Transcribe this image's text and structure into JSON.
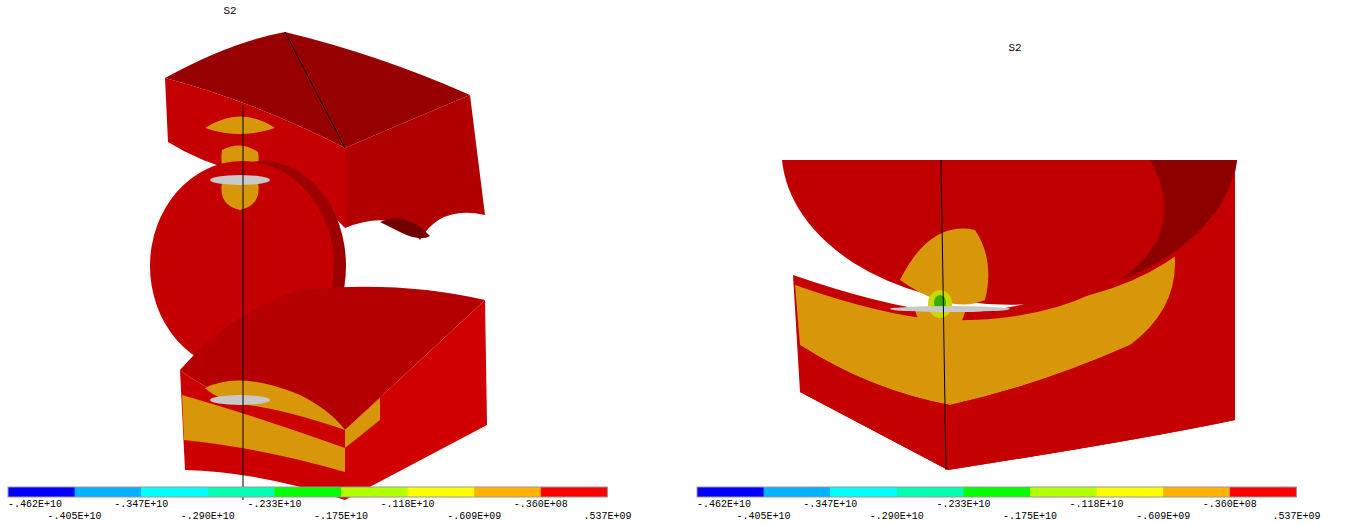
{
  "diagram": {
    "labels": [
      "S2",
      "-.462E+10",
      "-.405E+10",
      "-.347E+10",
      "-.290E+10",
      "-.233E+10",
      "-.175E+10",
      "-.118E+10",
      "-.609E+09",
      "-.360E+08",
      ".537E+09",
      "S2",
      "-.462E+10",
      "-.405E+10",
      "-.347E+10",
      "-.290E+10",
      "-.233E+10",
      "-.175E+10",
      "-.118E+10",
      "-.609E+09",
      "-.360E+08",
      ".537E+09"
    ]
  }
}
